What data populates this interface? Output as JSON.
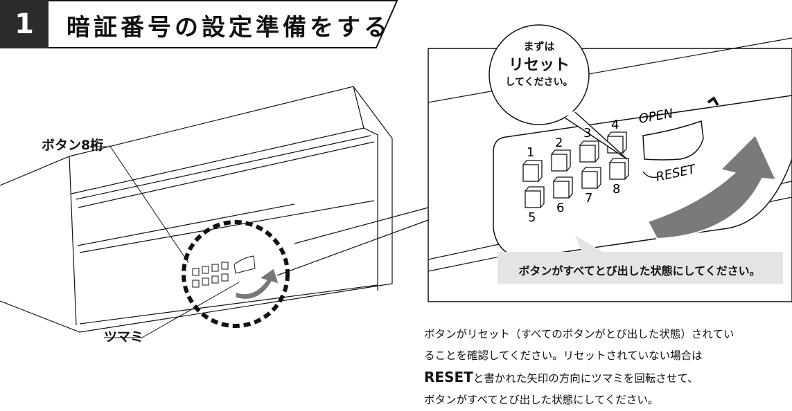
{
  "header": {
    "step_number": "1",
    "title": "暗証番号の設定準備をする"
  },
  "labels": {
    "buttons": "ボタン8桁",
    "knob": "ツマミ"
  },
  "panel": {
    "open_text": "OPEN",
    "reset_text": "RESET",
    "button_numbers": [
      "1",
      "2",
      "3",
      "4",
      "5",
      "6",
      "7",
      "8"
    ]
  },
  "bubble": {
    "line1": "まずは",
    "line2": "リセット",
    "line3": "してください。"
  },
  "instruction": "ボタンがすべてとび出した状態にしてください。",
  "description": {
    "line1": "ボタンがリセット（すべてのボタンがとび出した状態）されてい",
    "line2": "ることを確認してください。リセットされていない場合は",
    "line3_bold": "RESET",
    "line3_rest": "と書かれた矢印の方向にツマミを回転させて、",
    "line4": "ボタンがすべてとび出した状態にしてください。"
  }
}
